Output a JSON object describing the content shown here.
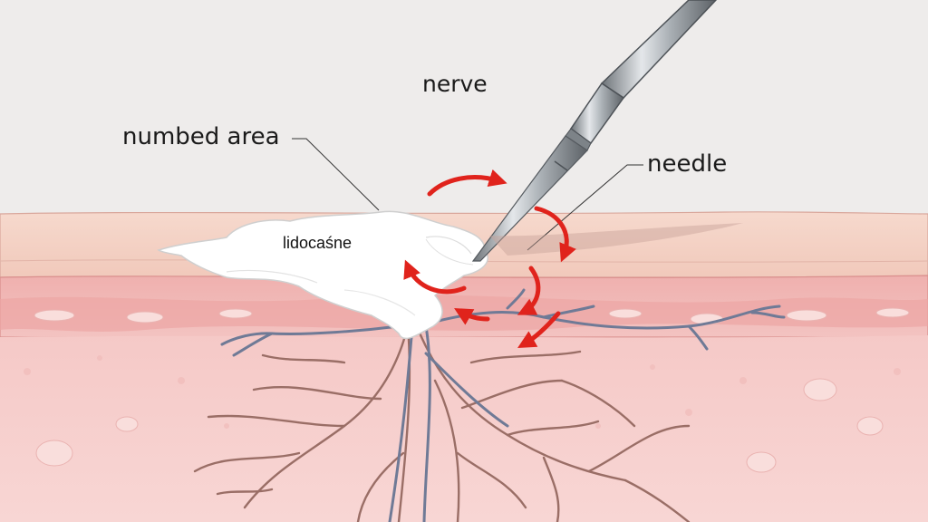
{
  "labels": {
    "nerve": "nerve",
    "numbed_area": "numbed area",
    "needle": "needle",
    "lidocaine": "lidocaśne"
  },
  "colors": {
    "background": "#eeeceb",
    "skin_surface": "#f3d3c7",
    "dermis": "#f2b9b6",
    "tissue_deep": "#f6cfcd",
    "nerve_blue": "#6f7a96",
    "nerve_brown": "#9a6e66",
    "arrow_red": "#e0231c",
    "lidocaine_white": "#ffffff",
    "needle_steel": "#9da3a8"
  },
  "icons": [
    "needle-icon",
    "spread-arrow-icon"
  ]
}
